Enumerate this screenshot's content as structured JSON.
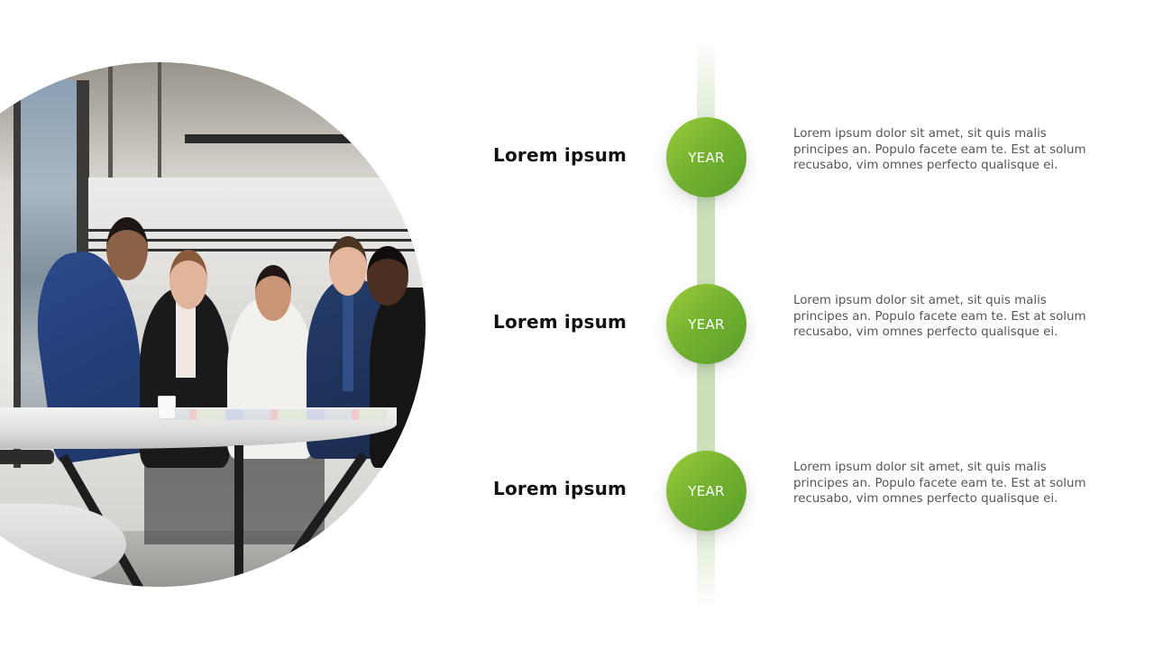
{
  "slide": {
    "photo": {
      "alt": "Business team meeting around a conference table in an office",
      "shape": "circle-crop"
    },
    "timeline": {
      "track_color": "#a0c882",
      "node_gradient": [
        "#9ccc3a",
        "#5aa02c"
      ],
      "items": [
        {
          "title": "Lorem ipsum",
          "node_label": "YEAR",
          "description": "Lorem ipsum dolor sit amet, sit quis malis principes an. Populo facete eam te. Est at solum recusabo, vim omnes perfecto qualisque ei."
        },
        {
          "title": "Lorem ipsum",
          "node_label": "YEAR",
          "description": "Lorem ipsum dolor sit amet, sit quis malis principes an. Populo facete eam te. Est at solum recusabo, vim omnes perfecto qualisque ei."
        },
        {
          "title": "Lorem ipsum",
          "node_label": "YEAR",
          "description": "Lorem ipsum dolor sit amet, sit quis malis principes an. Populo facete eam te. Est at solum recusabo, vim omnes perfecto qualisque ei."
        }
      ]
    }
  }
}
